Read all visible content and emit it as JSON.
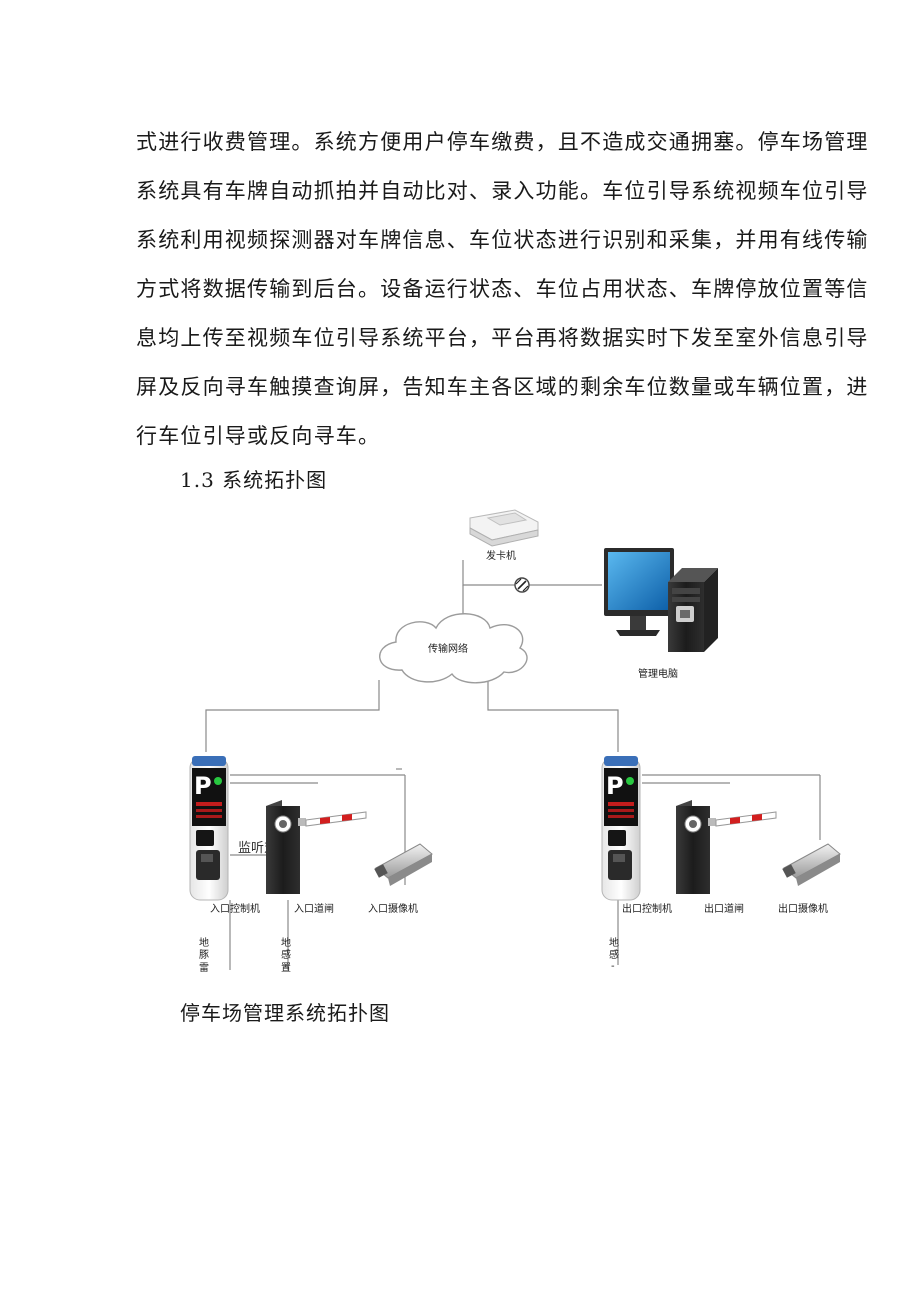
{
  "body_lines": [
    "式进行收费管理。系统方便用户停车缴费，且不造成交通拥塞。停车场管理",
    "系统具有车牌自动抓拍并自动比对、录入功能。车位引导系统视频车位引导",
    "系统利用视频探测器对车牌信息、车位状态进行识别和采集，并用有线传输",
    "方式将数据传输到后台。设备运行状态、车位占用状态、车牌停放位置等信",
    "息均上传至视频车位引导系统平台，平台再将数据实时下发至室外信息引导",
    "屏及反向寻车触摸查询屏，告知车主各区域的剩余车位数量或车辆位置，进",
    "行车位引导或反向寻车。"
  ],
  "section_title": "1.3 系统拓扑图",
  "caption": "停车场管理系统拓扑图",
  "diagram": {
    "card_machine": "发卡机",
    "network": "传输网络",
    "computer": "管理电脑",
    "intercom": "监听对讲",
    "entry_controller": "入口控制机",
    "entry_barrier": "入口道闸",
    "entry_camera": "入口摄像机",
    "exit_controller": "出口控制机",
    "exit_barrier": "出口道闸",
    "exit_camera": "出口摄像机",
    "entry_loop_1": [
      "地",
      "豚",
      "雷"
    ],
    "entry_loop_2": [
      "地",
      "感",
      "置"
    ],
    "exit_loop": [
      "地",
      "感",
      "-"
    ],
    "parking_symbol": "P"
  }
}
